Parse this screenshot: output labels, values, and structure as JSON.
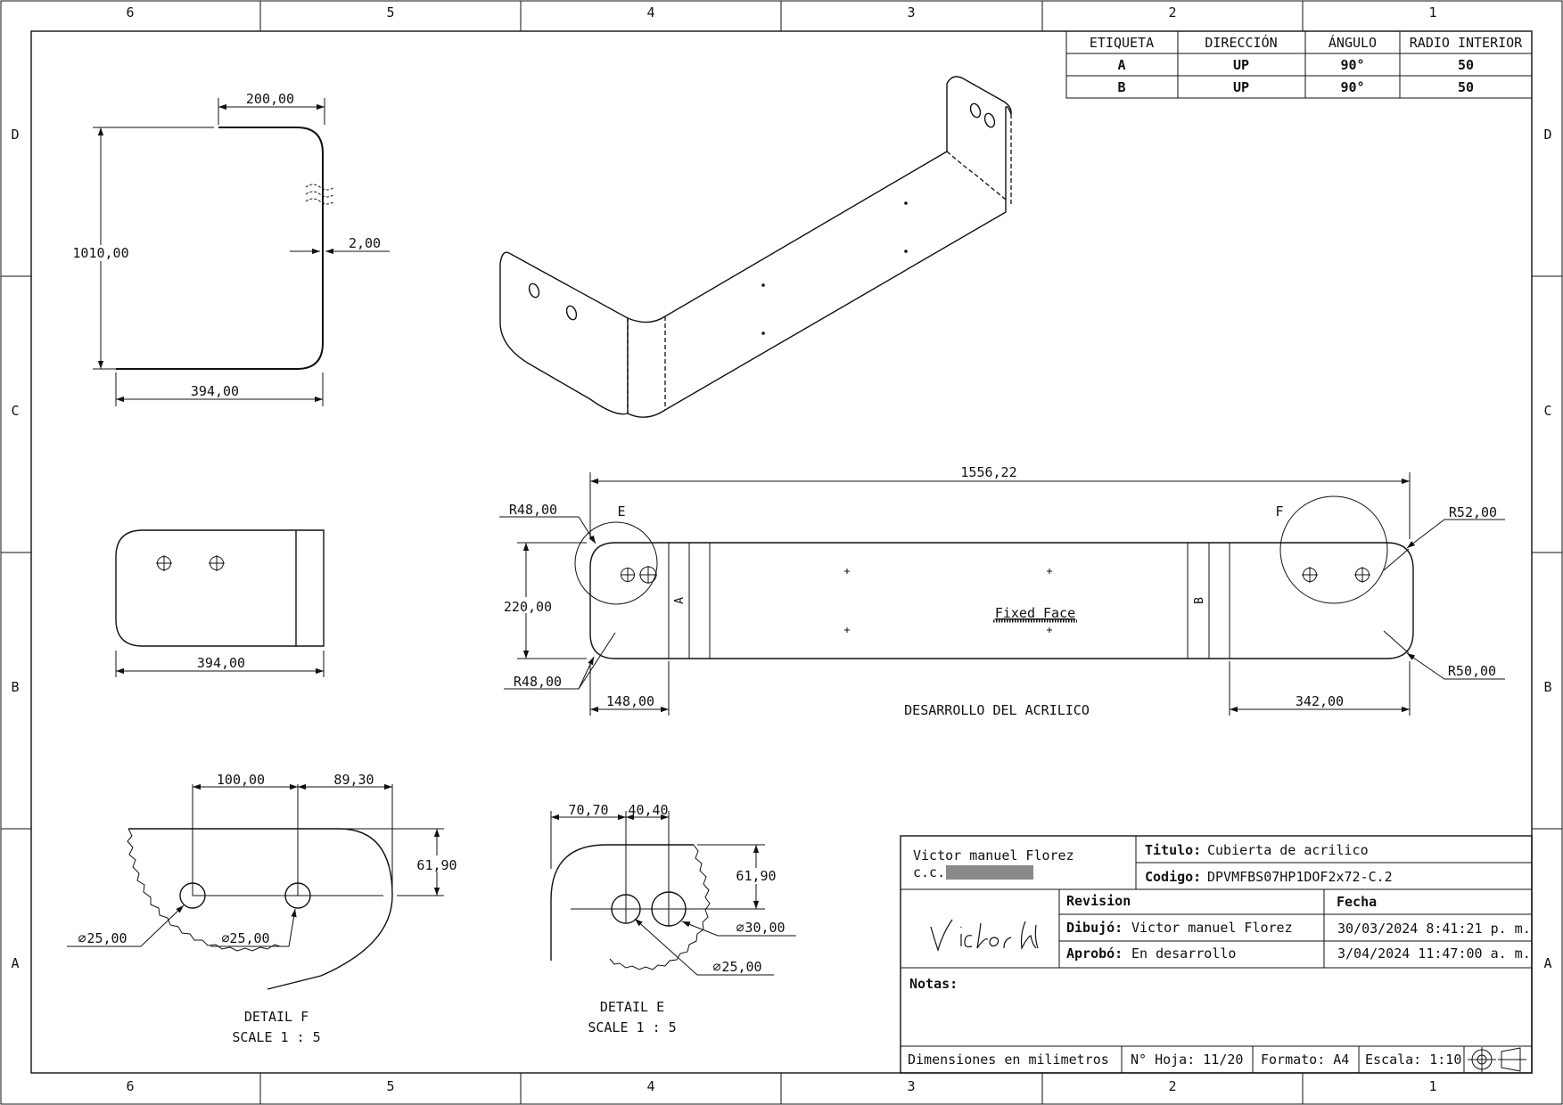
{
  "border": {
    "columns": [
      "6",
      "5",
      "4",
      "3",
      "2",
      "1"
    ],
    "rows": [
      "D",
      "C",
      "B",
      "A"
    ]
  },
  "bend_table": {
    "headers": [
      "ETIQUETA",
      "DIRECCIÓN",
      "ÁNGULO",
      "RADIO INTERIOR"
    ],
    "rows": [
      [
        "A",
        "UP",
        "90°",
        "50"
      ],
      [
        "B",
        "UP",
        "90°",
        "50"
      ]
    ]
  },
  "front_view": {
    "dims": [
      "200,00",
      "1010,00",
      "2,00",
      "394,00"
    ]
  },
  "side_view": {
    "dims": [
      "394,00"
    ]
  },
  "flat_pattern": {
    "overall": "1556,22",
    "height": "220,00",
    "left_offset": "148,00",
    "right_offset": "342,00",
    "radius_tl": "R48,00",
    "radius_bl": "R48,00",
    "radius_tr": "R52,00",
    "radius_br": "R50,00",
    "bend_a": "A",
    "bend_b": "B",
    "detail_e_label": "E",
    "detail_f_label": "F",
    "fixed_face": "Fixed Face",
    "caption": "DESARROLLO DEL ACRILICO"
  },
  "detail_f": {
    "dims": [
      "100,00",
      "89,30",
      "61,90"
    ],
    "hole_left": "25,00",
    "hole_right": "25,00",
    "title": "DETAIL F",
    "scale": "SCALE 1 : 5"
  },
  "detail_e": {
    "dims": [
      "70,70",
      "40,40",
      "61,90"
    ],
    "hole_large": "30,00",
    "hole_small": "25,00",
    "title": "DETAIL E",
    "scale": "SCALE 1 : 5"
  },
  "title_block": {
    "author_name": "Victor manuel Florez",
    "author_id_label": "c.c.",
    "titulo_label": "Titulo:",
    "titulo_value": "Cubierta de acrilico",
    "codigo_label": "Codigo:",
    "codigo_value": "DPVMFBS07HP1DOF2x72-C.2",
    "revision_label": "Revision",
    "fecha_label": "Fecha",
    "dibujo_label": "Dibujó:",
    "dibujo_value": "Victor manuel Florez",
    "dibujo_date": "30/03/2024 8:41:21 p. m.",
    "aprobo_label": "Aprobó:",
    "aprobo_value": "En desarrollo",
    "aprobo_date": "3/04/2024 11:47:00 a. m.",
    "notas_label": "Notas:",
    "units": "Dimensiones en milimetros",
    "sheet": "N° Hoja: 11/20",
    "format": "Formato: A4",
    "scale": "Escala: 1:10"
  }
}
